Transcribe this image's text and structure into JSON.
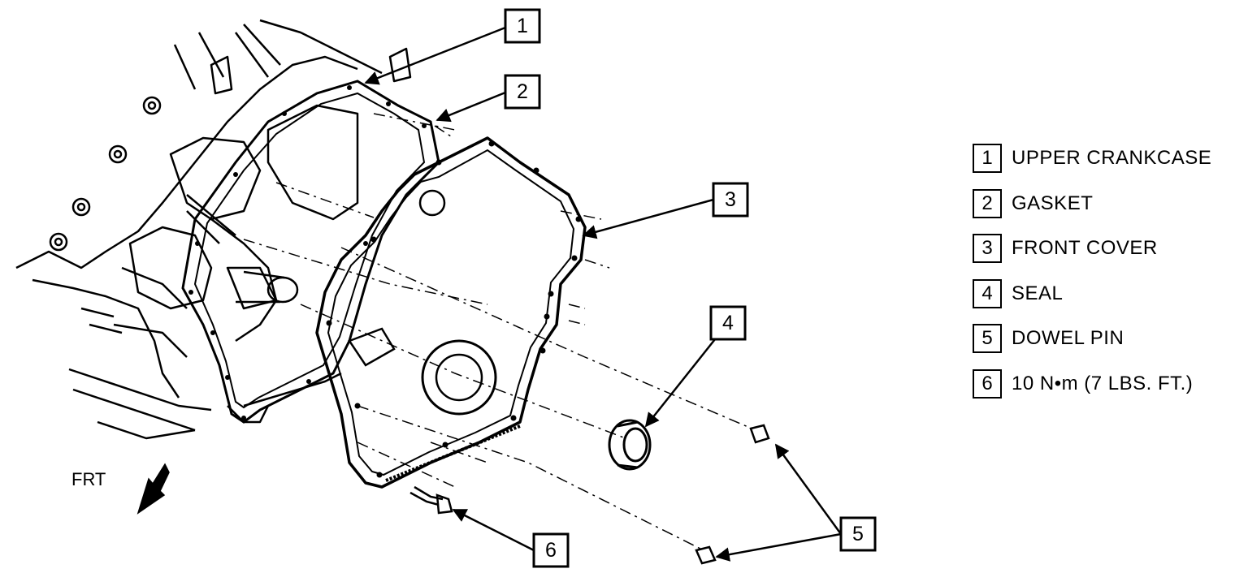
{
  "callouts": [
    "1",
    "2",
    "3",
    "4",
    "5",
    "6"
  ],
  "legend": [
    {
      "num": "1",
      "text": "UPPER CRANKCASE"
    },
    {
      "num": "2",
      "text": "GASKET"
    },
    {
      "num": "3",
      "text": "FRONT COVER"
    },
    {
      "num": "4",
      "text": "SEAL"
    },
    {
      "num": "5",
      "text": "DOWEL PIN"
    },
    {
      "num": "6",
      "text": "10 N•m (7 LBS. FT.)"
    }
  ],
  "direction_label": "FRT"
}
